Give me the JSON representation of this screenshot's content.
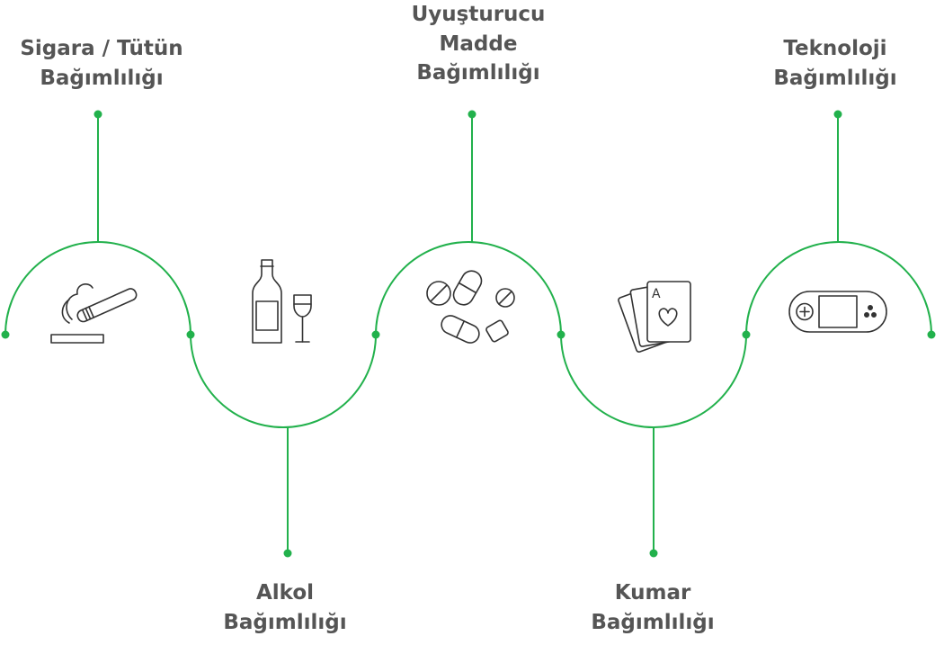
{
  "colors": {
    "accent": "#22b14c",
    "text": "#555555",
    "icon": "#333333"
  },
  "items": [
    {
      "lines": [
        "Sigara / Tütün",
        "Bağımlılığı"
      ],
      "icon": "smoking-icon",
      "position": "top"
    },
    {
      "lines": [
        "Alkol",
        "Bağımlılığı"
      ],
      "icon": "alcohol-icon",
      "position": "bottom"
    },
    {
      "lines": [
        "Uyuşturucu",
        "Madde",
        "Bağımlılığı"
      ],
      "icon": "pills-icon",
      "position": "top"
    },
    {
      "lines": [
        "Kumar",
        "Bağımlılığı"
      ],
      "icon": "cards-icon",
      "position": "bottom"
    },
    {
      "lines": [
        "Teknoloji",
        "Bağımlılığı"
      ],
      "icon": "gamepad-icon",
      "position": "top"
    }
  ]
}
